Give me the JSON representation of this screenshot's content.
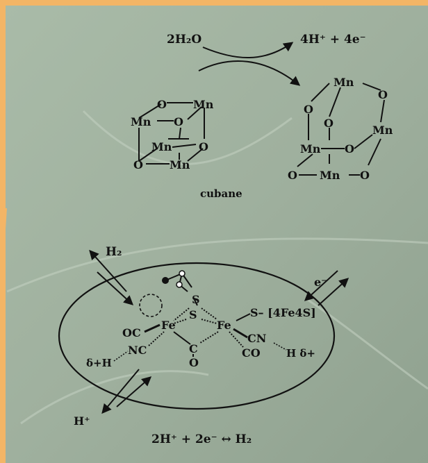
{
  "colors": {
    "frame": "#f3b566",
    "leaf": "#9fb09e",
    "leaf_light": "#b9c7b7",
    "leaf_dark": "#7f9180",
    "ink": "#111111"
  },
  "water_oxidation": {
    "reactant": "2H₂O",
    "product": "4H⁺ + 4e⁻",
    "cubane_label": "cubane",
    "atoms": {
      "mn": "Mn",
      "o": "O"
    }
  },
  "hydrogenase": {
    "h2": "H₂",
    "electron": "e⁻",
    "proton": "H⁺",
    "cluster": "S– [4Fe4S]",
    "iron": "Fe",
    "sulfur": "S",
    "oc": "OC",
    "nc": "NC",
    "cn": "CN",
    "co": "CO",
    "c": "C",
    "o": "O",
    "h_delta_left": "δ+H",
    "h_delta_right": "H δ+",
    "equation": "2H⁺ + 2e⁻ ↔ H₂"
  }
}
